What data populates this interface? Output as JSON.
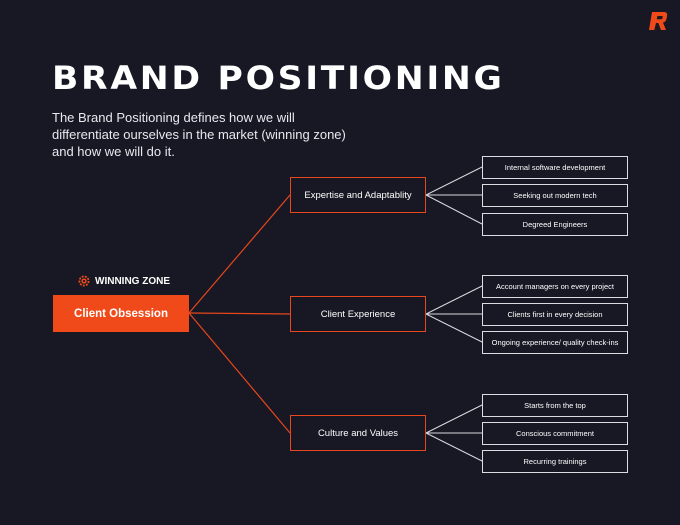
{
  "title": "BRAND POSITIONING",
  "subtitle": "The Brand Positioning defines how we will differentiate ourselves in the market (winning zone) and how we will do it.",
  "colors": {
    "background": "#171824",
    "accent": "#f04a1a",
    "text": "#ffffff"
  },
  "winning_zone": {
    "icon": "target-gear-icon",
    "label": "WINNING ZONE",
    "core": "Client Obsession"
  },
  "pillars": [
    {
      "label": "Expertise and Adaptablity",
      "items": [
        "Internal software development",
        "Seeking out modern tech",
        "Degreed Engineers"
      ]
    },
    {
      "label": "Client Experience",
      "items": [
        "Account managers on every project",
        "Clients first in every decision",
        "Ongoing experience/ quality check-ins"
      ]
    },
    {
      "label": "Culture and Values",
      "items": [
        "Starts from the top",
        "Conscious commitment",
        "Recurring trainings"
      ]
    }
  ]
}
